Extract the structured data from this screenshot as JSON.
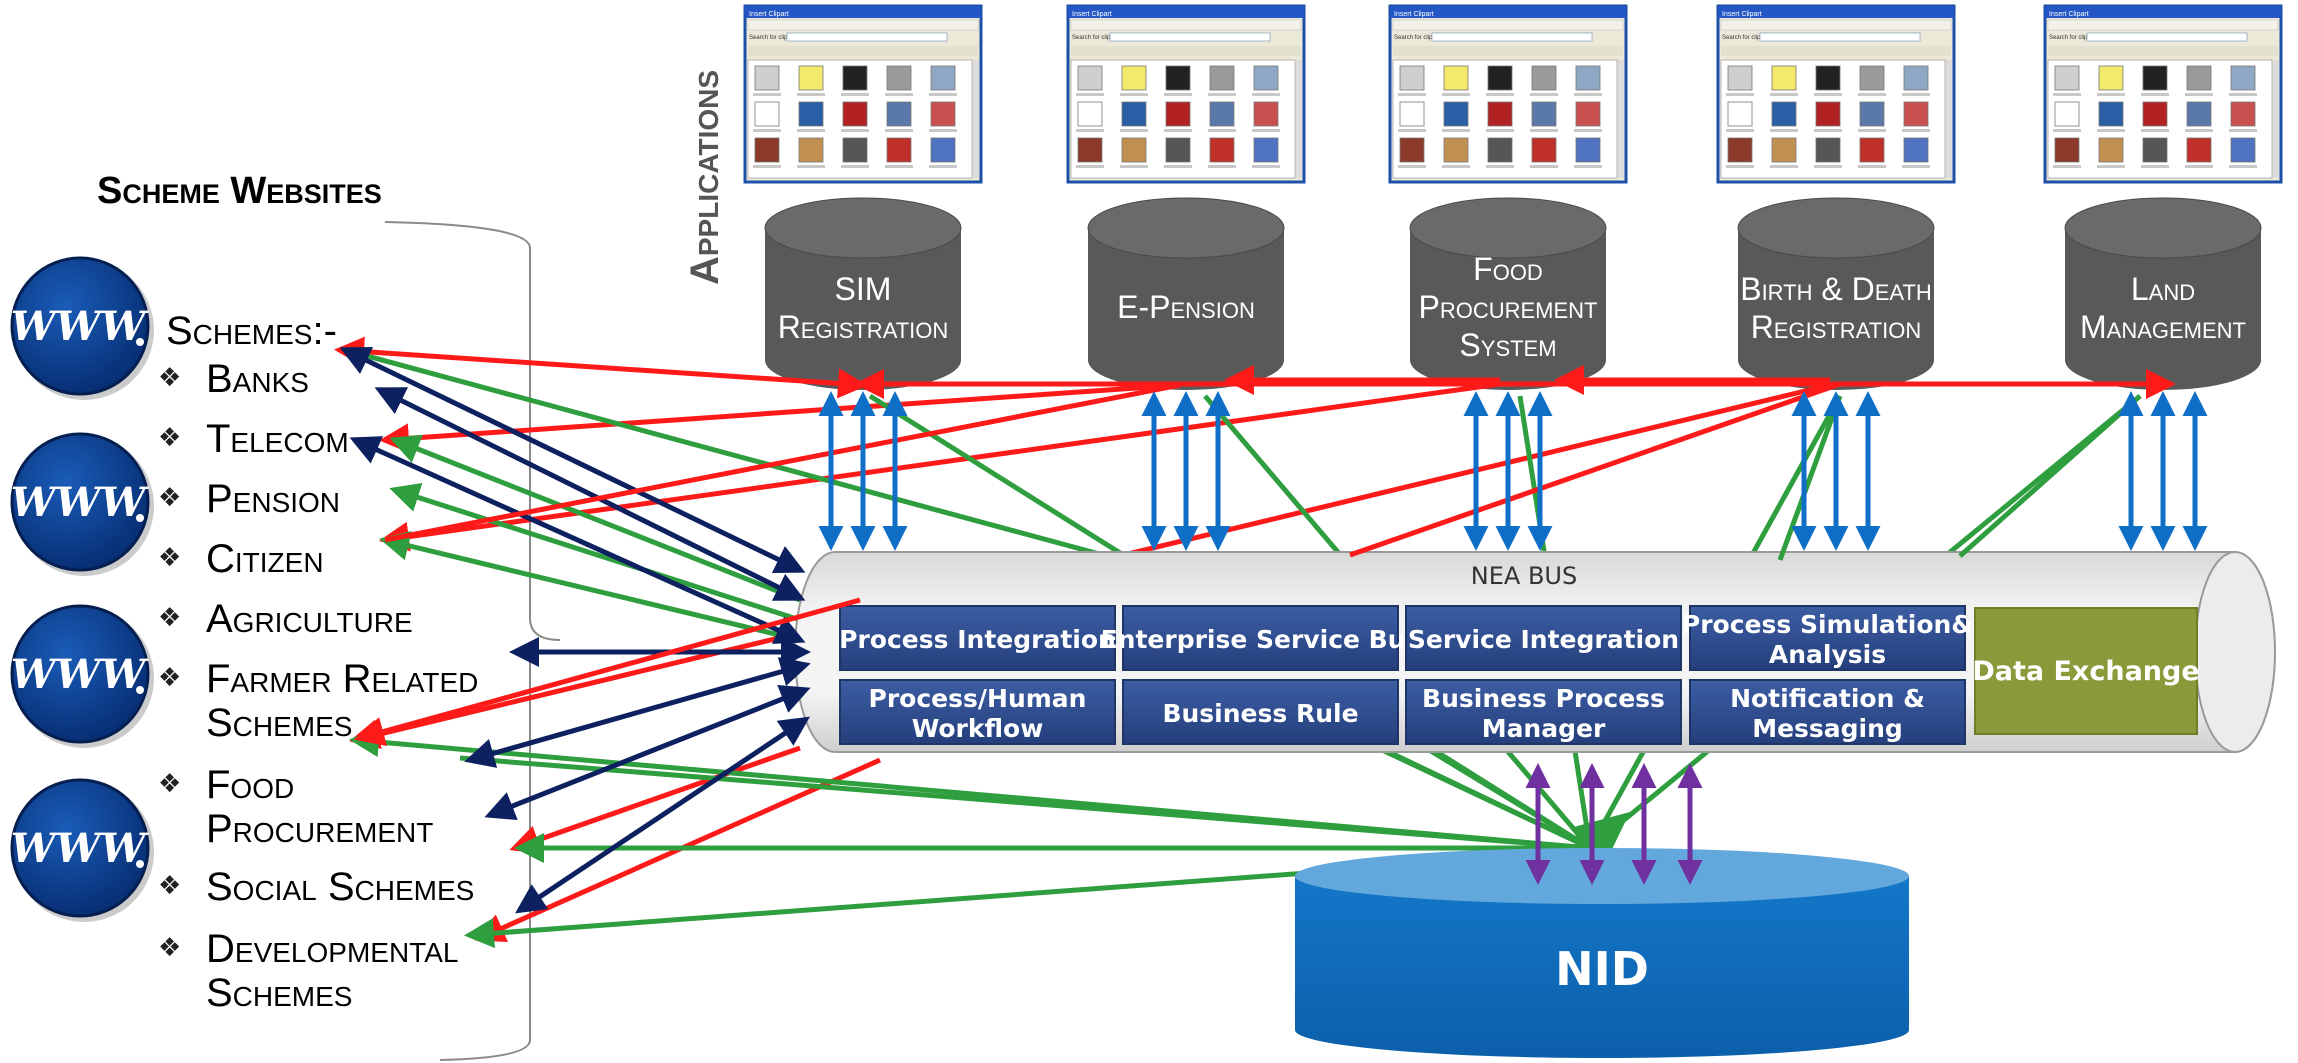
{
  "left_panel": {
    "title": "Scheme Websites",
    "www_label": "WWW",
    "heading": "Schemes:-",
    "bullet": "❖",
    "items": [
      {
        "lines": [
          "Banks"
        ]
      },
      {
        "lines": [
          "Telecom"
        ]
      },
      {
        "lines": [
          "Pension"
        ]
      },
      {
        "lines": [
          "Citizen"
        ]
      },
      {
        "lines": [
          "Agriculture"
        ]
      },
      {
        "lines": [
          "Farmer Related",
          "Schemes"
        ]
      },
      {
        "lines": [
          "Food",
          "Procurement"
        ]
      },
      {
        "lines": [
          "Social Schemes"
        ]
      },
      {
        "lines": [
          "Developmental",
          "Schemes"
        ]
      }
    ]
  },
  "applications_label": "Applications",
  "app_window": {
    "title": "Insert Clipart",
    "search_label": "Search for clips:"
  },
  "databases": [
    {
      "lines": [
        "SIM",
        "Registration"
      ]
    },
    {
      "lines": [
        "E-Pension"
      ]
    },
    {
      "lines": [
        "Food",
        "Procurement",
        "System"
      ]
    },
    {
      "lines": [
        "Birth & Death",
        "Registration"
      ]
    },
    {
      "lines": [
        "Land",
        "Management"
      ]
    }
  ],
  "bus": {
    "title": "NEA BUS",
    "components": [
      [
        "Process Integration"
      ],
      [
        "Enterprise Service Bus"
      ],
      [
        "Service Integration"
      ],
      [
        "Process Simulation&",
        "Analysis"
      ],
      [
        "Process/Human",
        "Workflow"
      ],
      [
        "Business Rule"
      ],
      [
        "Business Process",
        "Manager"
      ],
      [
        "Notification &",
        "Messaging"
      ]
    ],
    "data_exchange": "Data Exchange"
  },
  "nid_label": "NID",
  "colors": {
    "arrow_red": "#ff1a1a",
    "arrow_green": "#2e9e3e",
    "arrow_navy": "#0d2060",
    "arrow_blue": "#0f6fc6",
    "arrow_purple": "#7030a0",
    "db_gray": "#5a5a5a",
    "nid_blue": "#0f6fc6",
    "box_blue": "#2e4a8c",
    "data_exchange_green": "#8a9a3a",
    "www_blue": "#0a3d91"
  }
}
